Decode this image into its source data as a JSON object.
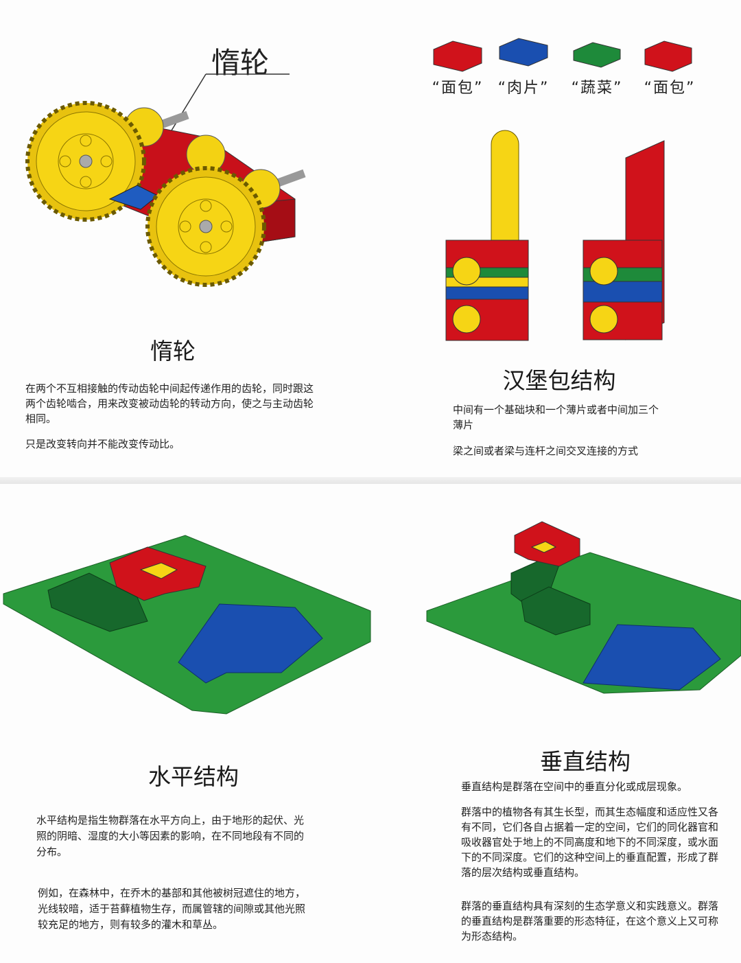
{
  "idler": {
    "callout": "惰轮",
    "title": "惰轮",
    "paragraphs": [
      "在两个不互相接触的传动齿轮中间起传递作用的齿轮，同时跟这两个齿轮啮合，用来改变被动齿轮的转动方向，使之与主动齿轮相同。",
      "只是改变转向并不能改变传动比。"
    ]
  },
  "hamburger": {
    "brick_labels": [
      "“面包”",
      "“肉片”",
      "“蔬菜”",
      "“面包”"
    ],
    "brick_colors": [
      "#d0121b",
      "#1a4fb0",
      "#1e8a3a",
      "#d0121b"
    ],
    "title": "汉堡包结构",
    "paragraphs": [
      "中间有一个基础块和一个薄片或者中间加三个薄片",
      "梁之间或者梁与连杆之间交叉连接的方式"
    ]
  },
  "horizontal": {
    "title": "水平结构",
    "paragraphs": [
      "水平结构是指生物群落在水平方向上，由于地形的起伏、光照的阴暗、湿度的大小等因素的影响，在不同地段有不同的分布。",
      "例如，在森林中，在乔木的基部和其他被树冠遮住的地方，光线较暗，适于苔藓植物生存，而属管辖的间隙或其他光照较充足的地方，则有较多的灌木和草丛。"
    ]
  },
  "vertical": {
    "title": "垂直结构",
    "paragraphs": [
      "垂直结构是群落在空间中的垂直分化或成层现象。",
      "群落中的植物各有其生长型，而其生态幅度和适应性又各有不同，它们各自占据着一定的空间，它们的同化器官和吸收器官处于地上的不同高度和地下的不同深度，或水面下的不同深度。它们的这种空间上的垂直配置，形成了群落的层次结构或垂直结构。",
      "群落的垂直结构具有深刻的生态学意义和实践意义。群落的垂直结构是群落重要的形态特征，在这个意义上又可称为形态结构。"
    ]
  },
  "colors": {
    "red": "#d0121b",
    "yellow": "#f6d515",
    "blue": "#1a4fb0",
    "green": "#1e8a3a",
    "dark_green": "#17682c"
  }
}
